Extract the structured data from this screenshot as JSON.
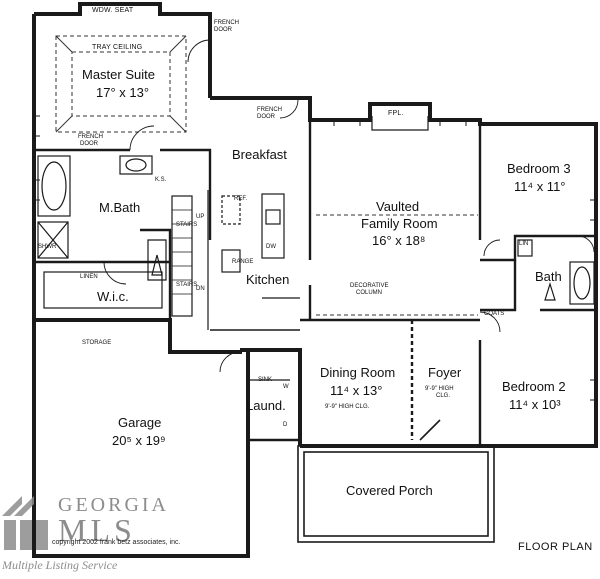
{
  "plan_title": "FLOOR PLAN",
  "copyright": "copyright 2002 frank betz associates, inc.",
  "watermark": {
    "brand_line1": "GEORGIA",
    "brand_line2": "MLS",
    "tagline": "Multiple Listing Service"
  },
  "rooms": {
    "master_suite": {
      "name": "Master Suite",
      "dims": "17° x 13°"
    },
    "breakfast": {
      "name": "Breakfast"
    },
    "vaulted_family": {
      "name1": "Vaulted",
      "name2": "Family Room",
      "dims": "16° x 18⁸"
    },
    "bedroom3": {
      "name": "Bedroom 3",
      "dims": "11⁴ x 11°"
    },
    "mbath": {
      "name": "M.Bath"
    },
    "wic": {
      "name": "W.i.c."
    },
    "kitchen": {
      "name": "Kitchen"
    },
    "bath": {
      "name": "Bath"
    },
    "garage": {
      "name": "Garage",
      "dims": "20⁵ x 19⁹"
    },
    "laundry": {
      "name": "Laund."
    },
    "dining": {
      "name": "Dining Room",
      "dims": "11⁴ x 13°",
      "note": "9'-9\" HIGH CLG."
    },
    "foyer": {
      "name": "Foyer",
      "note1": "9'-9\" HIGH",
      "note2": "CLG."
    },
    "bedroom2": {
      "name": "Bedroom 2",
      "dims": "11⁴ x 10³"
    },
    "porch": {
      "name": "Covered Porch"
    }
  },
  "small_labels": {
    "wdw_seat": "WDW. SEAT",
    "tray_ceiling": "TRAY CEILING",
    "french_door": "FRENCH",
    "door": "DOOR",
    "fpl": "FPL.",
    "ref": "REF.",
    "dw": "DW",
    "range": "RANGE",
    "stairs": "STAIRS",
    "up": "UP",
    "dn": "DN",
    "linen": "LINEN",
    "shwr": "SHWR",
    "ks": "K.S.",
    "lin": "LIN",
    "coats": "COATS",
    "storage": "STORAGE",
    "decorative": "DECORATIVE",
    "column": "COLUMN",
    "sink": "SINK",
    "w": "W",
    "d": "D"
  },
  "colors": {
    "wall": "#1a1a1a",
    "dashed": "#333333",
    "watermark": "#8c8c8c"
  }
}
